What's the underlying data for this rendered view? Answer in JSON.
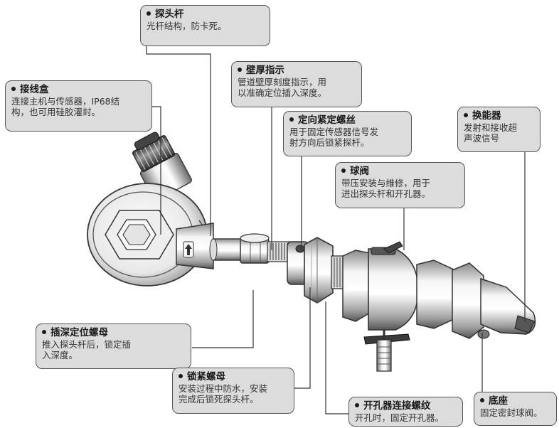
{
  "callouts": {
    "probe_rod": {
      "title": "探头杆",
      "desc": "光杆结构，防卡死。"
    },
    "junction_box": {
      "title": "接线盒",
      "desc": "连接主机与传感器，IP68结\n构，也可用硅胶灌封。"
    },
    "wall_thickness": {
      "title": "壁厚指示",
      "desc": "管道壁厚刻度指示，用\n以准确定位插入深度。"
    },
    "orientation_screw": {
      "title": "定向紧定螺丝",
      "desc": "用于固定传感器信号发\n射方向后锁紧探杆。"
    },
    "transducer": {
      "title": "换能器",
      "desc": "发射和接收超\n声波信号"
    },
    "ball_valve": {
      "title": "球阀",
      "desc": "带压安装与维修，用于\n进出探头杆和开孔器。"
    },
    "depth_nut": {
      "title": "插深定位螺母",
      "desc": "推入探头杆后，锁定插\n入深度。"
    },
    "lock_nut": {
      "title": "锁紧螺母",
      "desc": "安装过程中防水，安装\n完成后锁死探头杆。"
    },
    "drill_thread": {
      "title": "开孔器连接螺纹",
      "desc": "开孔时，固定开孔器。"
    },
    "base": {
      "title": "底座",
      "desc": "固定密封球阀。"
    }
  },
  "colors": {
    "callout_bg": "#dcdcdc",
    "callout_border": "#555555",
    "line": "#333333",
    "metal_light": "#f2f2f2",
    "metal_mid": "#bdbdbd",
    "metal_dark": "#555555"
  },
  "icons": [
    "up-arrow-icon"
  ]
}
